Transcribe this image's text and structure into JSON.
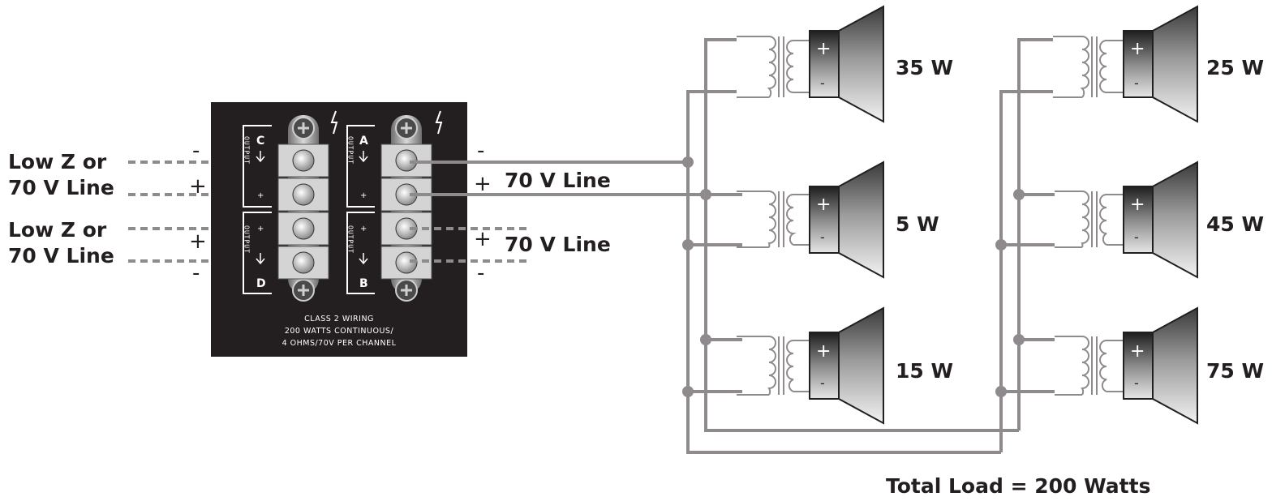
{
  "inputs": {
    "upper": {
      "line1": "Low Z or",
      "line2": "70 V Line",
      "minus": "-",
      "plus": "+"
    },
    "lower": {
      "line1": "Low Z or",
      "line2": "70 V Line",
      "plus": "+",
      "minus": "-"
    }
  },
  "outputs": {
    "upper": {
      "minus": "-",
      "plus": "+",
      "label": "70 V Line"
    },
    "lower": {
      "plus": "+",
      "label": "70 V Line",
      "minus": "-"
    }
  },
  "panel": {
    "channel_c": "C",
    "channel_d": "D",
    "channel_a": "A",
    "channel_b": "B",
    "output_word": "OUTPUT",
    "small_plus": "+",
    "text_line1": "CLASS 2 WIRING",
    "text_line2": "200 WATTS CONTINUOUS/",
    "text_line3": "4 OHMS/70V PER CHANNEL"
  },
  "speakers": {
    "left": [
      {
        "power": "35 W"
      },
      {
        "power": "5 W"
      },
      {
        "power": "15 W"
      }
    ],
    "right": [
      {
        "power": "25 W"
      },
      {
        "power": "45 W"
      },
      {
        "power": "75 W"
      }
    ],
    "plus_sign": "+",
    "minus_sign": "-"
  },
  "total_load": "Total Load = 200 Watts",
  "colors": {
    "wire": "#8f8a8d",
    "panel": "#231f20",
    "text": "#231f20"
  }
}
